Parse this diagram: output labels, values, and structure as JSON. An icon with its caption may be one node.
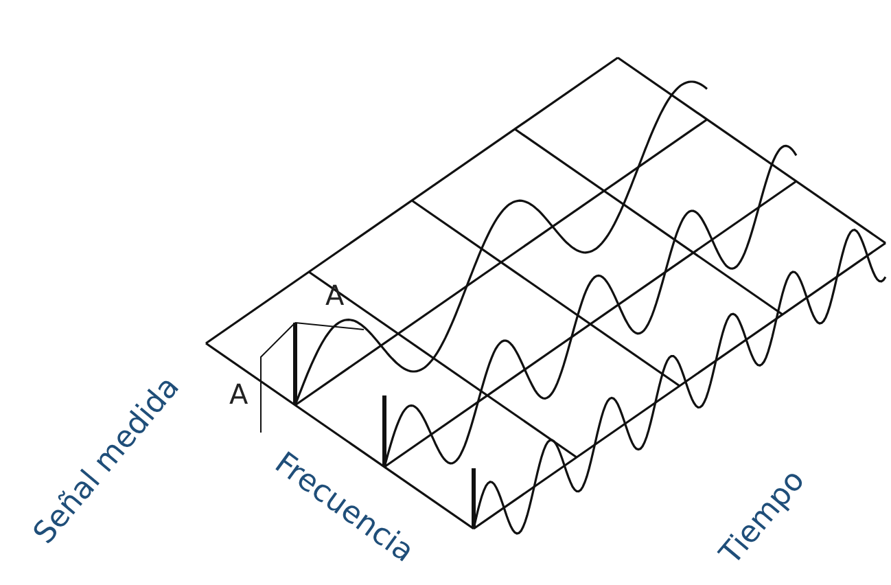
{
  "diagram": {
    "labels": [
      "A",
      "Señal medida",
      "A",
      "Frecuencia",
      "Tiempo"
    ]
  }
}
